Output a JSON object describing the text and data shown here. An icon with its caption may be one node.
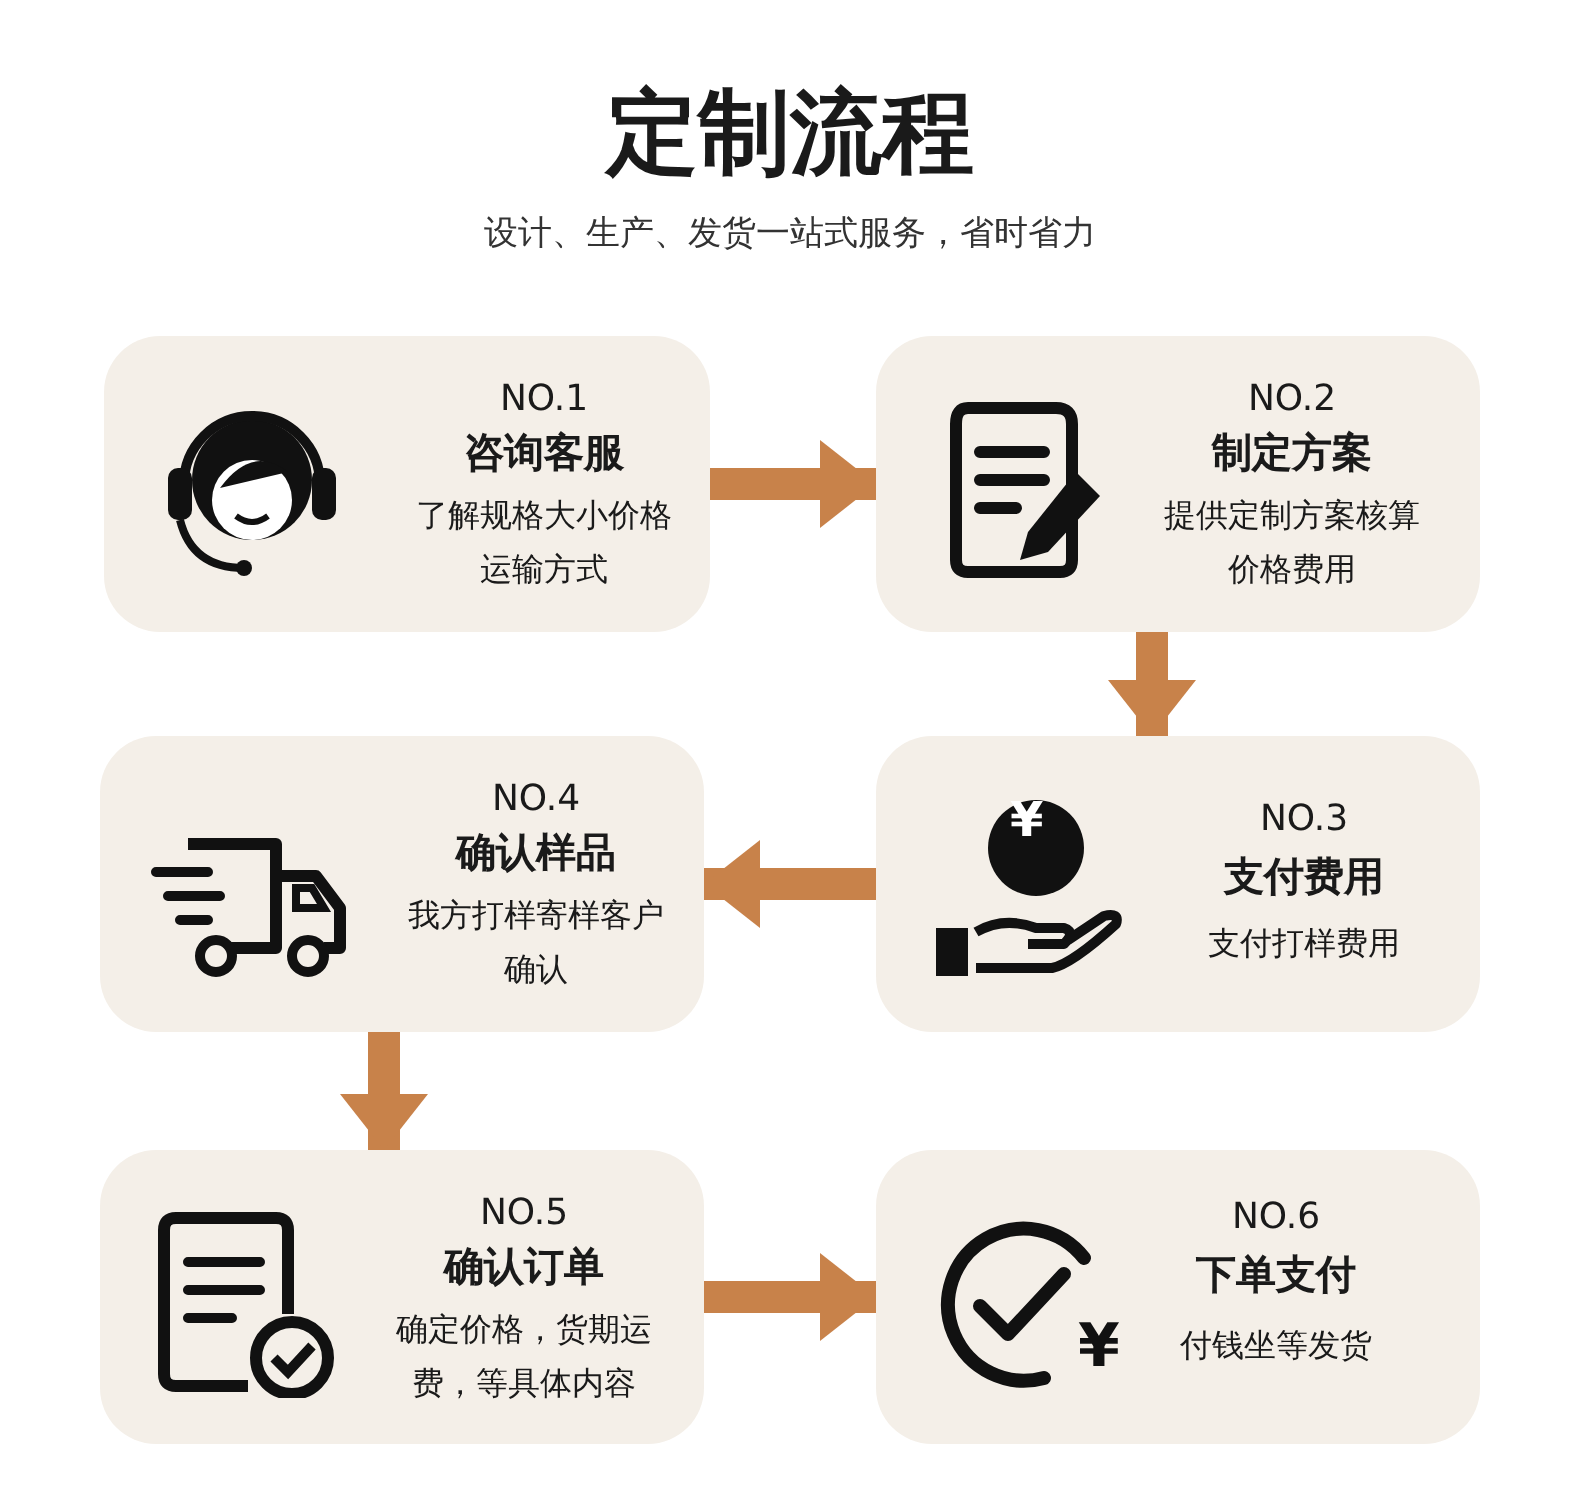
{
  "diagram": {
    "title": "定制流程",
    "caption": "设计、生产、发货一站式服务，省时省力",
    "nodes": [
      {
        "text": [
          "NO.1",
          "咨询客服",
          "了解规格大小价格运输方式"
        ]
      },
      {
        "text": [
          "NO.2",
          "制定方案",
          "提供定制方案核算价格费用"
        ]
      },
      {
        "text": [
          "NO.3",
          "支付费用",
          "支付打样费用"
        ]
      },
      {
        "text": [
          "NO.4",
          "确认样品",
          "我方打样寄样客户确认"
        ]
      },
      {
        "text": [
          "NO.5",
          "确认订单",
          "确定价格，货期运费，等具体内容"
        ]
      },
      {
        "text": [
          "NO.6",
          "下单支付",
          "付钱坐等发货"
        ]
      }
    ],
    "edges": [
      {
        "from": 0,
        "to": 1,
        "arrow": "to"
      },
      {
        "from": 1,
        "to": 2,
        "arrow": "to"
      },
      {
        "from": 2,
        "to": 3,
        "arrow": "to"
      },
      {
        "from": 3,
        "to": 4,
        "arrow": "to"
      },
      {
        "from": 4,
        "to": 5,
        "arrow": "to"
      }
    ],
    "labels": [
      "¥",
      "¥"
    ]
  }
}
